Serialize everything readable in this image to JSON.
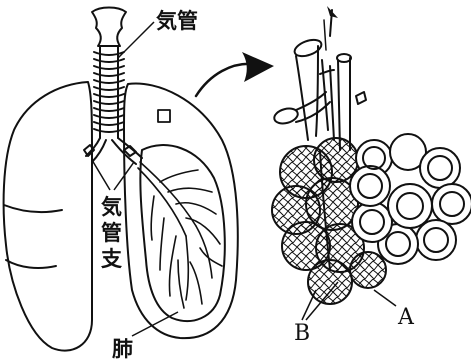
{
  "labels": {
    "trachea": "気管",
    "bronchus_1": "気",
    "bronchus_2": "管",
    "bronchus_3": "支",
    "lung": "肺",
    "label_a": "A",
    "label_b": "B"
  },
  "colors": {
    "ink": "#111111",
    "background": "#ffffff"
  }
}
